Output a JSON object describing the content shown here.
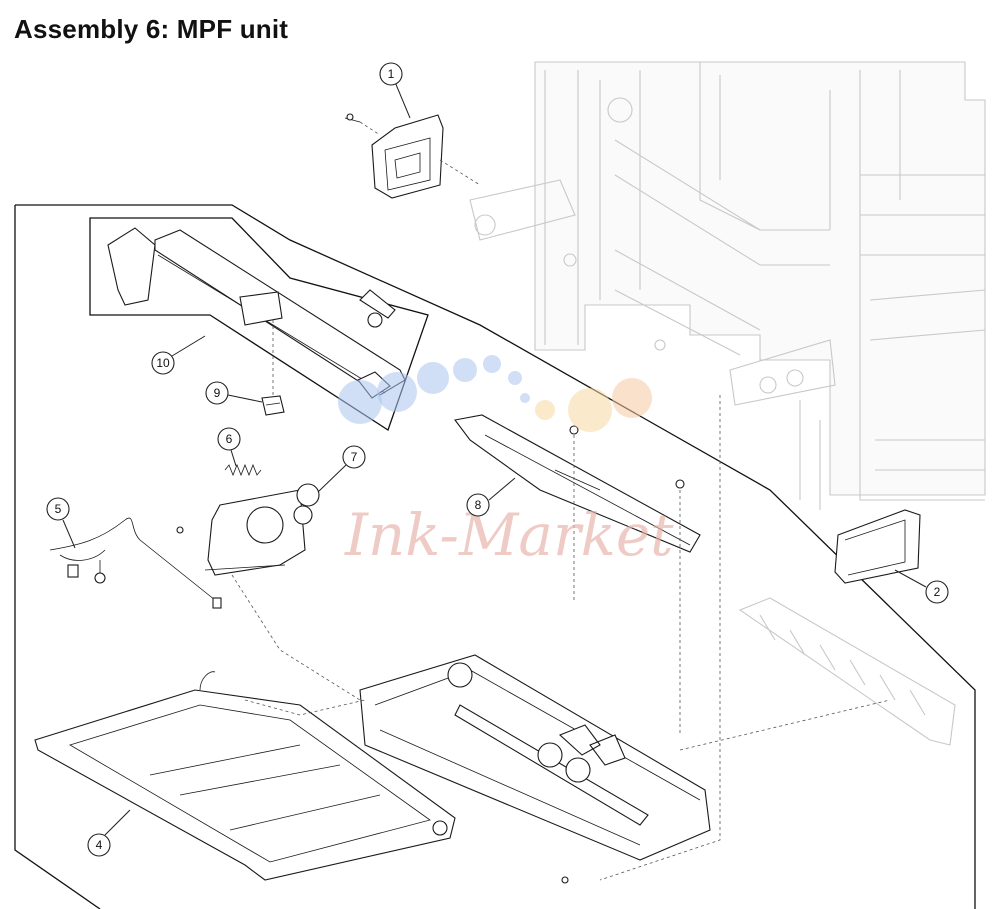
{
  "title": "Assembly 6:  MPF unit",
  "callouts": [
    "1",
    "2",
    "4",
    "5",
    "6",
    "7",
    "8",
    "9",
    "10"
  ],
  "watermark": {
    "text": "Ink-Market",
    "dot_colors": [
      "#a9c4ef",
      "#f7d7a0",
      "#f4c8a0"
    ]
  }
}
